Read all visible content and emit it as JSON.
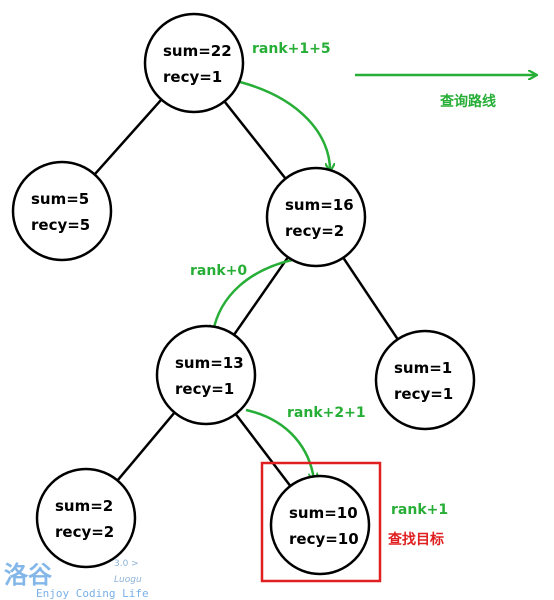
{
  "colors": {
    "node_stroke": "#000000",
    "edge": "#000000",
    "path_green": "#27ae37",
    "target_red": "#e02020",
    "logo_blue": "#1f7bd8"
  },
  "nodes": [
    {
      "id": "root",
      "sum": "sum=22",
      "recy": "recy=1"
    },
    {
      "id": "l",
      "sum": "sum=5",
      "recy": "recy=5"
    },
    {
      "id": "r",
      "sum": "sum=16",
      "recy": "recy=2"
    },
    {
      "id": "rl",
      "sum": "sum=13",
      "recy": "recy=1"
    },
    {
      "id": "rr",
      "sum": "sum=1",
      "recy": "recy=1"
    },
    {
      "id": "rll",
      "sum": "sum=2",
      "recy": "recy=2"
    },
    {
      "id": "rlr",
      "sum": "sum=10",
      "recy": "recy=10"
    }
  ],
  "edges": [
    [
      "root",
      "l"
    ],
    [
      "root",
      "r"
    ],
    [
      "r",
      "rl"
    ],
    [
      "r",
      "rr"
    ],
    [
      "rl",
      "rll"
    ],
    [
      "rl",
      "rlr"
    ]
  ],
  "path_labels": {
    "step1": "rank+1+5",
    "step2": "rank+0",
    "step3": "rank+2+1",
    "final": "rank+1"
  },
  "legend": {
    "label": "查询路线"
  },
  "target": {
    "label": "查找目标"
  },
  "watermark": {
    "cn": "洛谷",
    "version": "3.0 >",
    "en_side": "Luogu",
    "tagline": "Enjoy Coding Life"
  }
}
